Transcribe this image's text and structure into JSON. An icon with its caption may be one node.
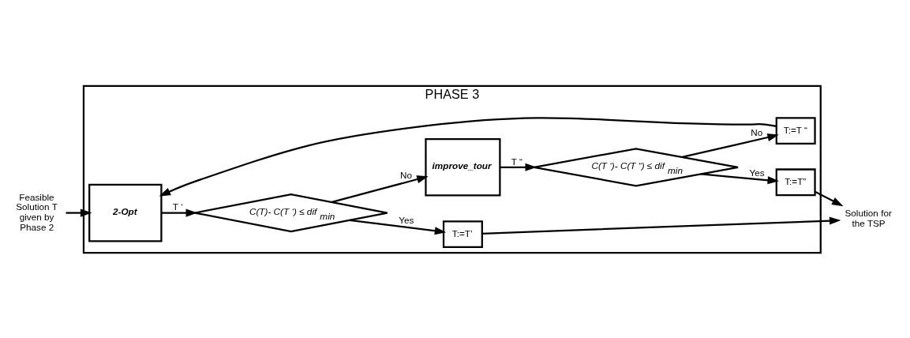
{
  "diagram": {
    "nodes": [
      {
        "text": [
          "PHASE 3"
        ]
      },
      {
        "text": [
          "Feasible Solution T given by Phase 2"
        ]
      },
      {
        "text": [
          "2-Opt"
        ],
        "in": 0
      },
      {
        "text": [
          "C(T)- C(T ‘) ≤ dif$_{min}$"
        ],
        "in": 0
      },
      {
        "text": [
          "improve_tour"
        ],
        "in": 0
      },
      {
        "text": [
          "C(T ‘)- C(T “) ≤ dif$_{min}$"
        ],
        "in": 0
      },
      {
        "text": [
          "T:=T “"
        ],
        "in": 0
      },
      {
        "text": [
          "T:=T”"
        ],
        "in": 0
      },
      {
        "text": [
          "T:=T’"
        ],
        "in": 0
      },
      {
        "text": [
          "Solution for the TSP"
        ]
      }
    ],
    "edges": [
      {
        "from": 1,
        "to": 2,
        "arrow": "to"
      },
      {
        "from": 2,
        "to": 3,
        "arrow": "to",
        "label": "T ‘"
      },
      {
        "from": 3,
        "to": 4,
        "arrow": "to",
        "label": "No"
      },
      {
        "from": 4,
        "to": 5,
        "arrow": "to",
        "label": "T “"
      },
      {
        "from": 5,
        "to": 6,
        "arrow": "to",
        "label": "No"
      },
      {
        "from": 6,
        "to": 2,
        "arrow": "to"
      },
      {
        "from": 3,
        "to": 8,
        "arrow": "to",
        "label": "Yes"
      },
      {
        "from": 5,
        "to": 7,
        "arrow": "to",
        "label": "Yes"
      },
      {
        "from": 7,
        "to": 9,
        "arrow": "to"
      },
      {
        "from": 8,
        "to": 9,
        "arrow": "to"
      }
    ]
  }
}
